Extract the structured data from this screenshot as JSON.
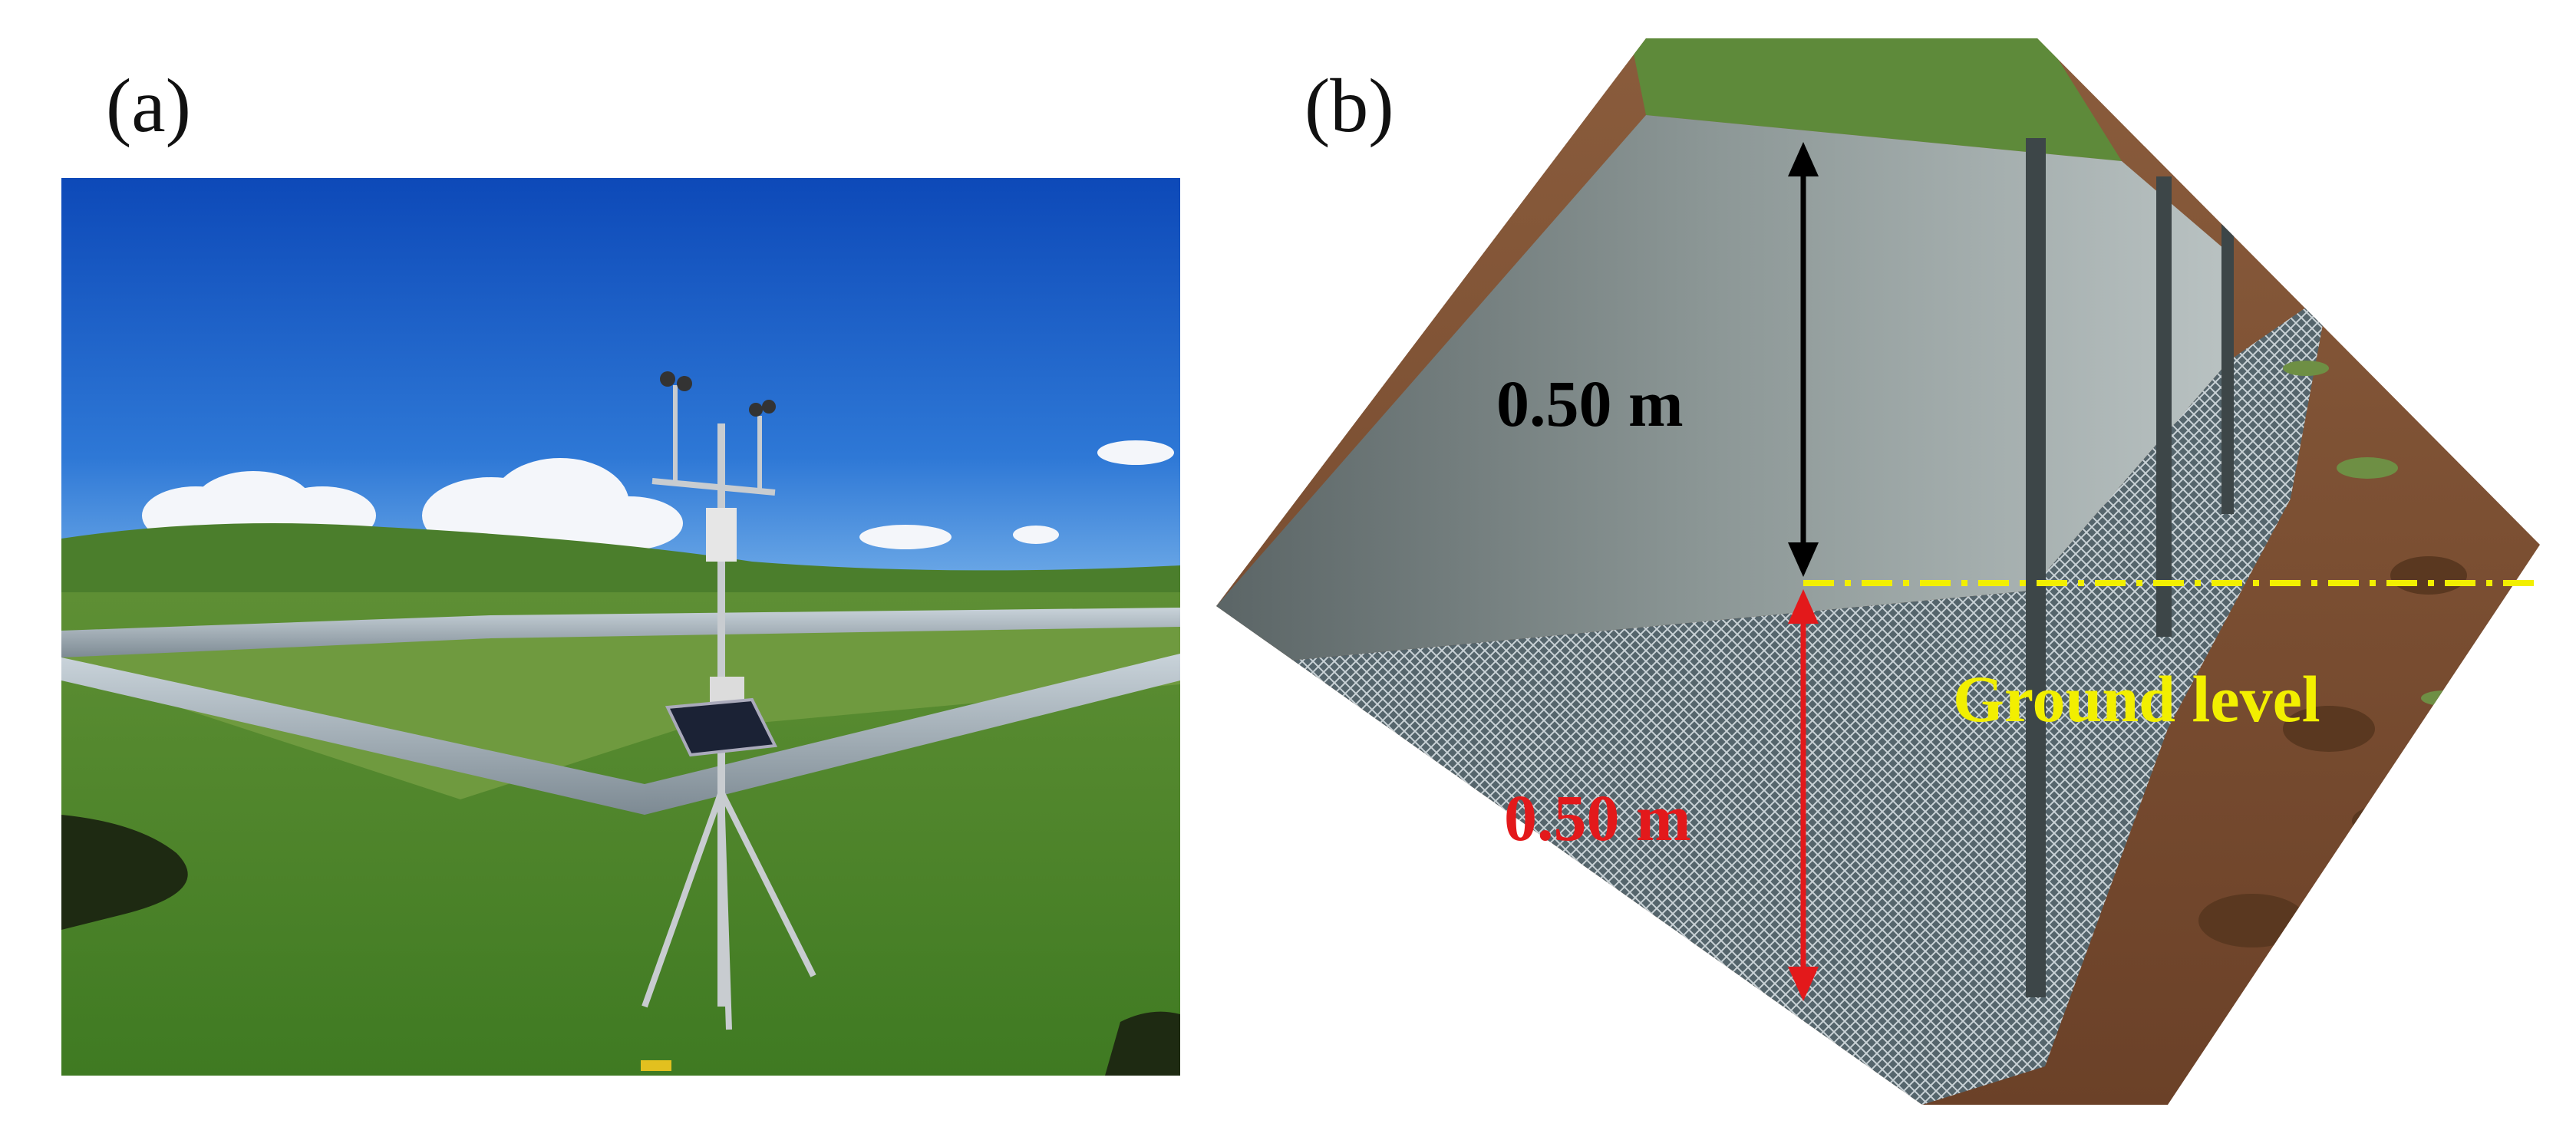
{
  "panels": {
    "a": {
      "label": "(a)"
    },
    "b": {
      "label": "(b)",
      "annotations": {
        "upper_height": "0.50 m",
        "lower_depth": "0.50 m",
        "ground_label": "Ground level"
      }
    }
  },
  "colors": {
    "sky": "#1f5fc4",
    "grass": "#4f8a2a",
    "fence": "#9aa7b0",
    "soil": "#7a5136",
    "arrow_black": "#000000",
    "arrow_red": "#e3191b",
    "ground_line": "#f2ef00"
  }
}
